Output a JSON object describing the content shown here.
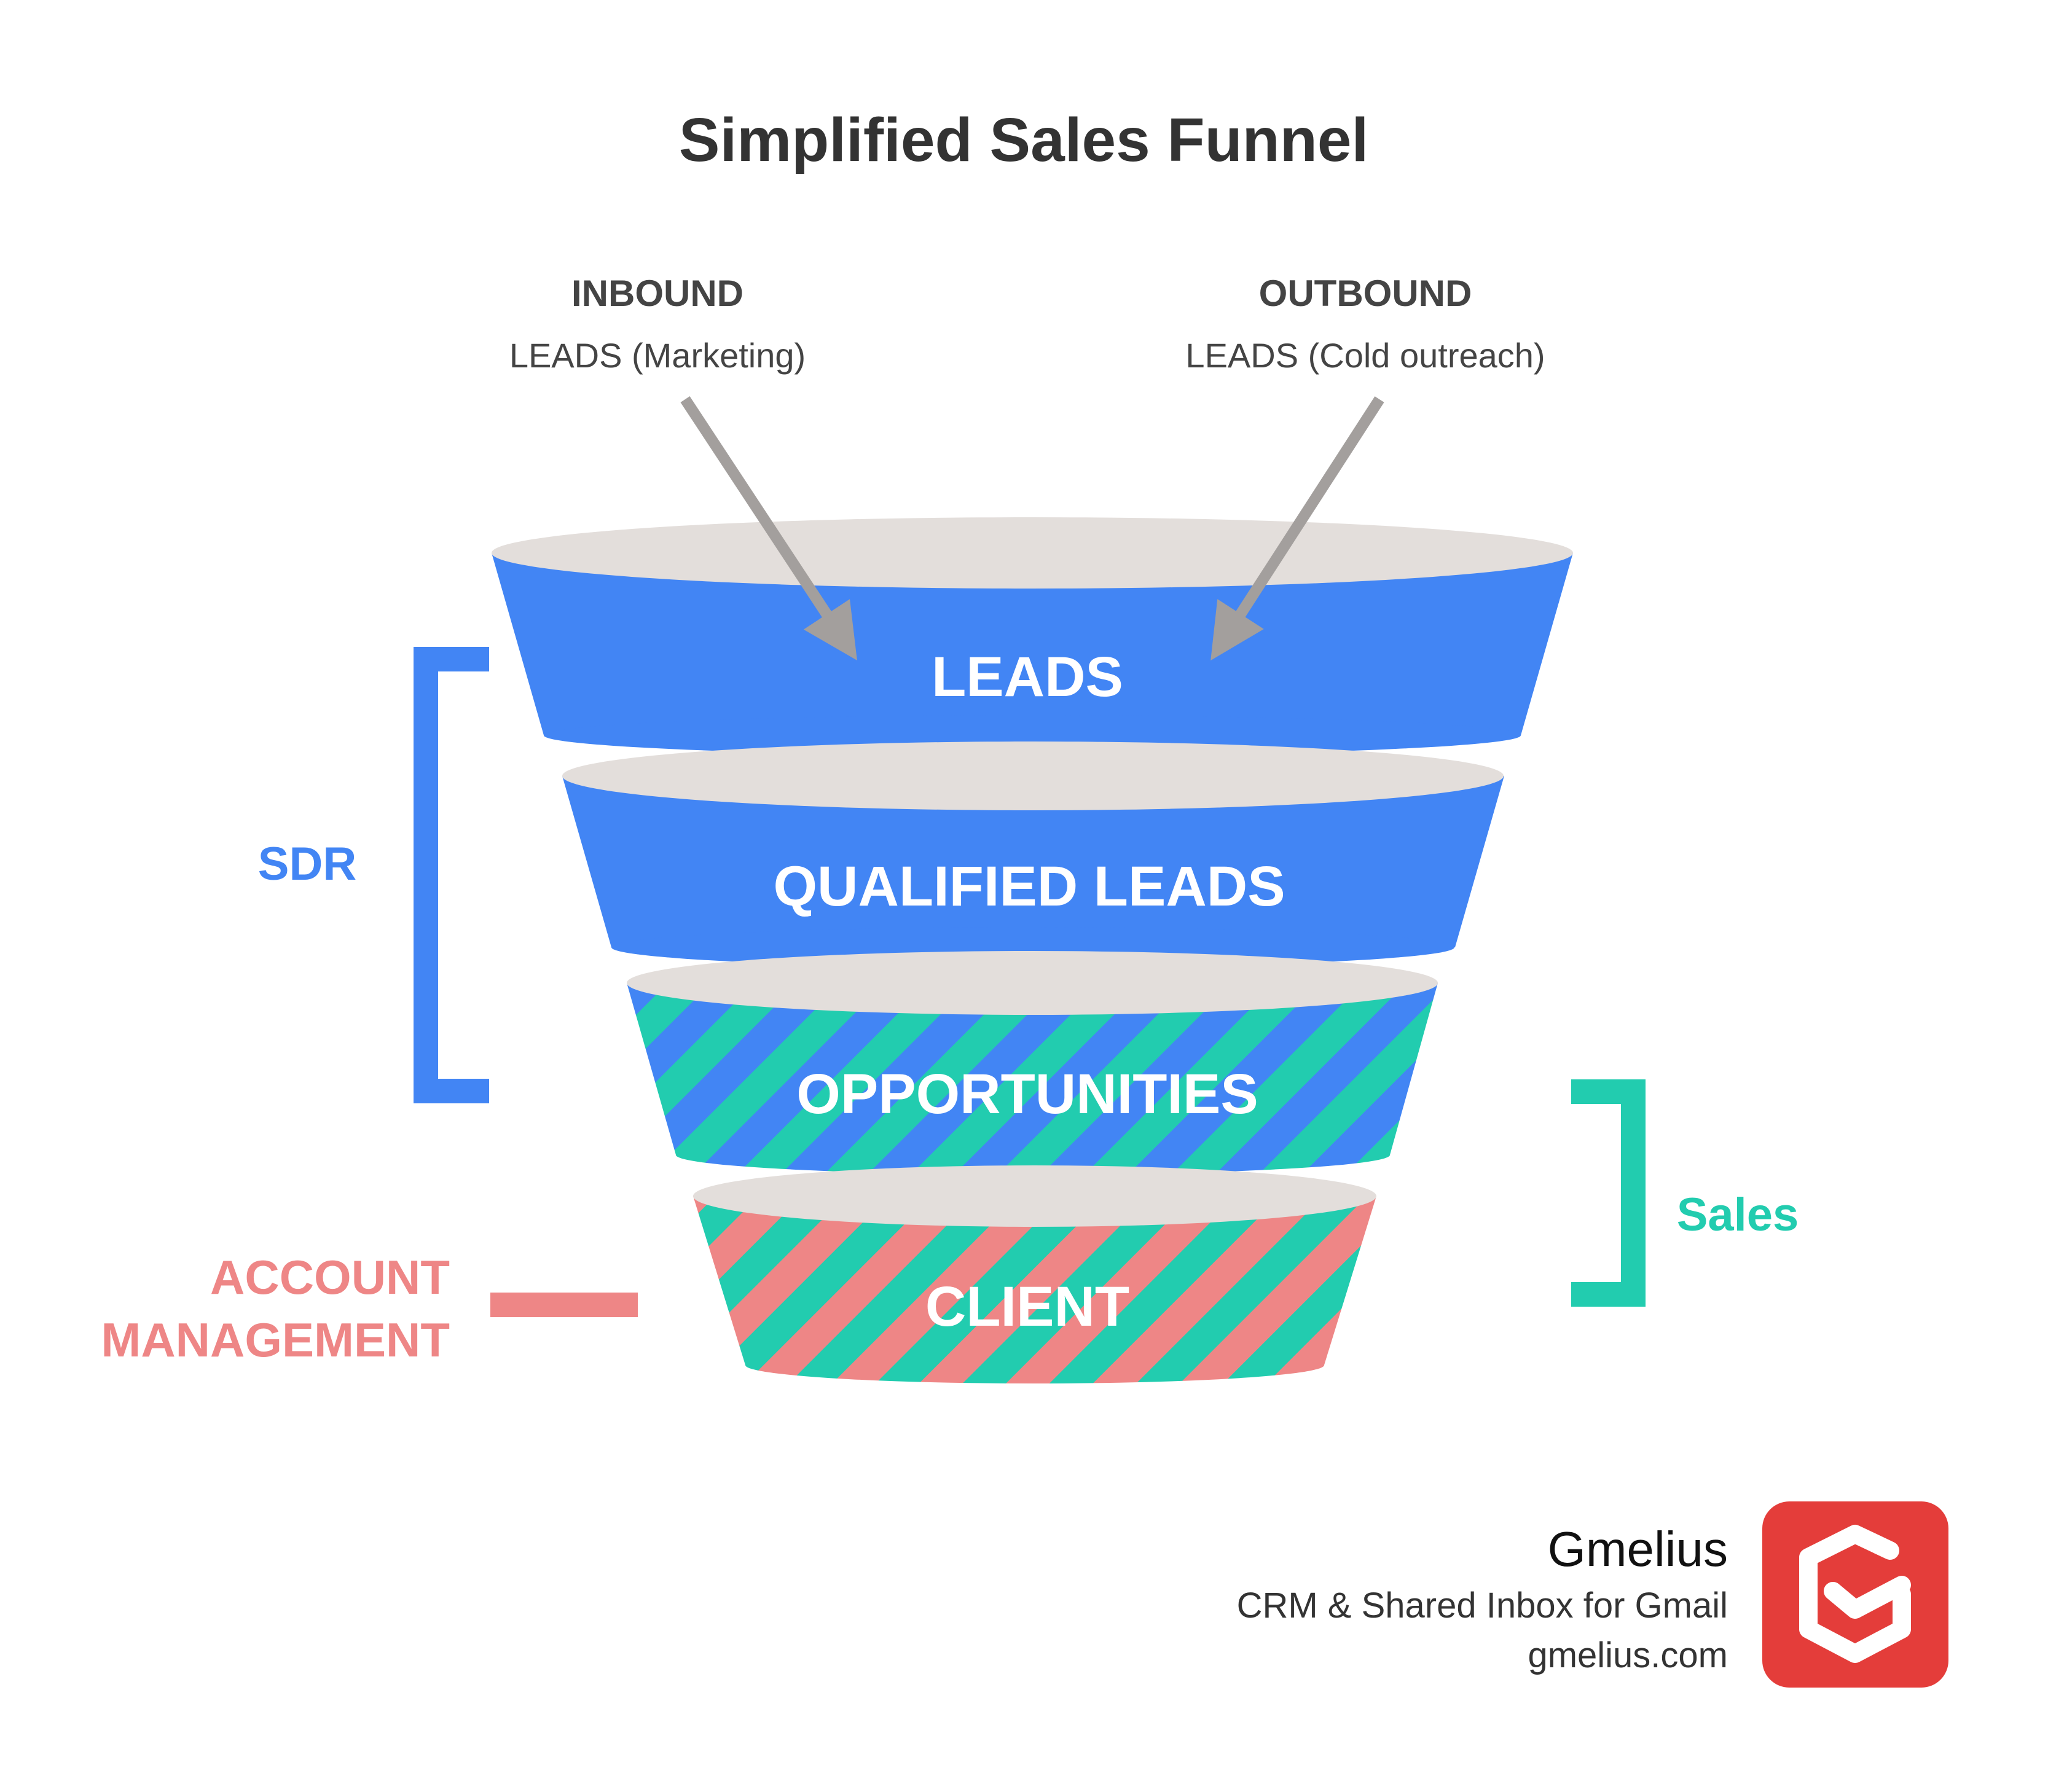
{
  "title": "Simplified Sales Funnel",
  "sources": {
    "inbound": {
      "heading": "INBOUND",
      "subtitle": "LEADS (Marketing)"
    },
    "outbound": {
      "heading": "OUTBOUND",
      "subtitle": "LEADS (Cold outreach)"
    }
  },
  "stages": [
    {
      "label": "LEADS",
      "fill": "solid-blue"
    },
    {
      "label": "QUALIFIED LEADS",
      "fill": "solid-blue"
    },
    {
      "label": "OPPORTUNITIES",
      "fill": "stripes-blue-teal"
    },
    {
      "label": "CLIENT",
      "fill": "stripes-red-teal"
    }
  ],
  "roles": {
    "sdr": {
      "label": "SDR"
    },
    "sales": {
      "label": "Sales"
    },
    "account_management": {
      "line1": "ACCOUNT",
      "line2": "MANAGEMENT"
    }
  },
  "brand": {
    "name": "Gmelius",
    "tagline": "CRM & Shared Inbox for Gmail",
    "url": "gmelius.com"
  },
  "colors": {
    "blue": "#4285F4",
    "teal": "#22CCAF",
    "red": "#EE8686",
    "rim": "#E3DEDB",
    "arrow": "#A39F9D",
    "title": "#333333",
    "logo_red": "#E43D3A"
  }
}
